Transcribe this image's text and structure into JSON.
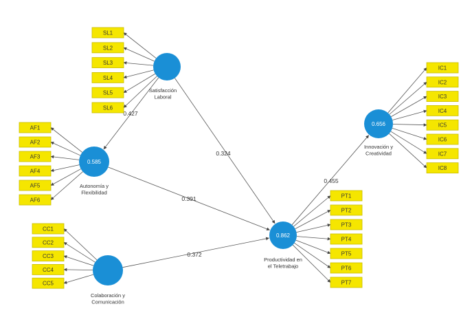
{
  "constructs": [
    {
      "id": "SL",
      "label_lines": [
        "Satisfacción",
        "Laboral"
      ],
      "r2": "",
      "indicators": [
        "SL1",
        "SL2",
        "SL3",
        "SL4",
        "SL5",
        "SL6"
      ]
    },
    {
      "id": "AF",
      "label_lines": [
        "Autonomía y",
        "Flexibilidad"
      ],
      "r2": "0.585",
      "indicators": [
        "AF1",
        "AF2",
        "AF3",
        "AF4",
        "AF5",
        "AF6"
      ]
    },
    {
      "id": "CC",
      "label_lines": [
        "Colaboración y",
        "Comunicación"
      ],
      "r2": "",
      "indicators": [
        "CC1",
        "CC2",
        "CC3",
        "CC4",
        "CC5"
      ]
    },
    {
      "id": "PT",
      "label_lines": [
        "Productividad en",
        "el Teletrabajo"
      ],
      "r2": "0.862",
      "indicators": [
        "PT1",
        "PT2",
        "PT3",
        "PT4",
        "PT5",
        "PT6",
        "PT7"
      ]
    },
    {
      "id": "IC",
      "label_lines": [
        "Innovación y",
        "Creatividad"
      ],
      "r2": "0.656",
      "indicators": [
        "IC1",
        "IC2",
        "IC3",
        "IC4",
        "IC5",
        "IC6",
        "IC7",
        "IC8"
      ]
    }
  ],
  "paths": [
    {
      "from": "SL",
      "to": "AF",
      "coef": "0.427"
    },
    {
      "from": "SL",
      "to": "PT",
      "coef": "0.324"
    },
    {
      "from": "AF",
      "to": "PT",
      "coef": "0.391"
    },
    {
      "from": "CC",
      "to": "PT",
      "coef": "0.372"
    },
    {
      "from": "PT",
      "to": "IC",
      "coef": "0.455"
    }
  ],
  "colors": {
    "construct": "#1a8fd6",
    "indicator": "#f5e600",
    "edge": "#555555"
  }
}
